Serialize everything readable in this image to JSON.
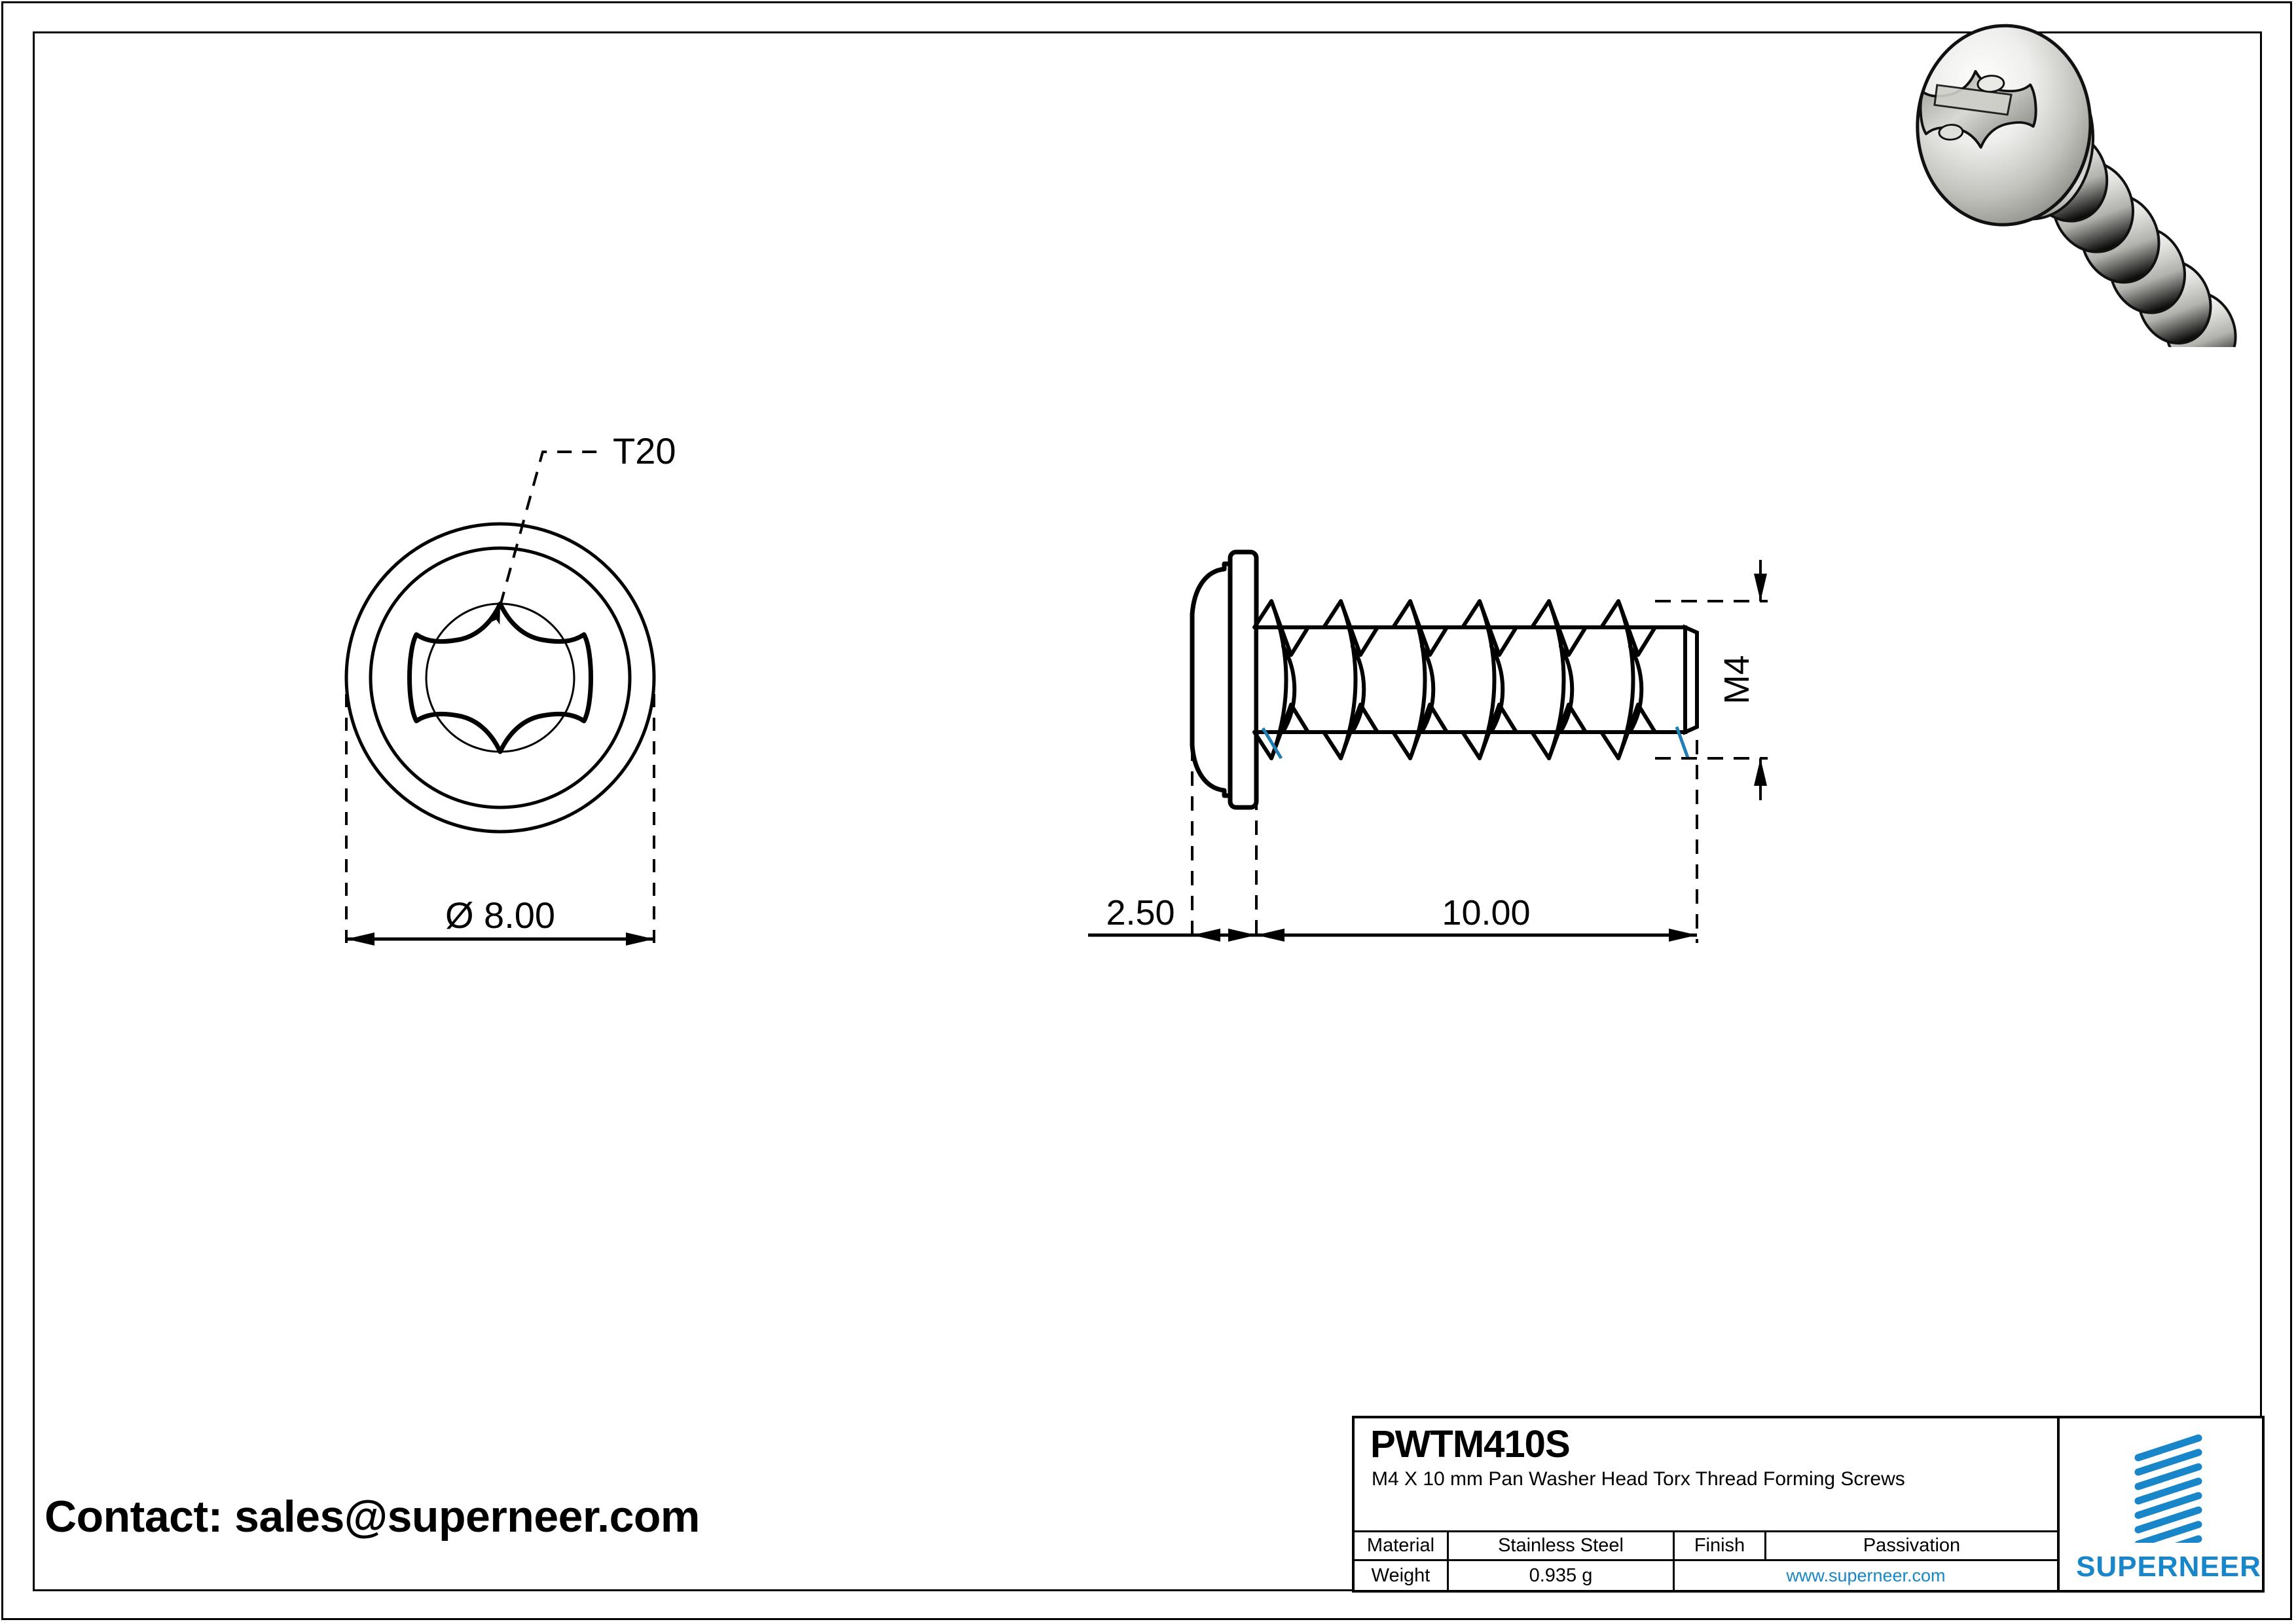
{
  "sheet": {
    "background_color": "#ffffff",
    "line_color": "#000000",
    "brand_color": "#1886c8"
  },
  "contact": {
    "text": "Contact: sales@superneer.com"
  },
  "title_block": {
    "part_number": "PWTM410S",
    "description": "M4 X 10 mm Pan Washer Head Torx Thread Forming Screws",
    "rows": [
      {
        "label": "Material",
        "value": "Stainless Steel",
        "label2": "Finish",
        "value2": "Passivation"
      },
      {
        "label": "Weight",
        "value": "0.935 g",
        "website": "www.superneer.com"
      }
    ],
    "material_label": "Material",
    "material_value": "Stainless Steel",
    "finish_label": "Finish",
    "finish_value": "Passivation",
    "weight_label": "Weight",
    "weight_value": "0.935 g",
    "website": "www.superneer.com",
    "brand_name": "SUPERNEER"
  },
  "views": {
    "top_view": {
      "name": "head-top-view",
      "drive_callout": "T20",
      "diameter_dimension": "Ø 8.00",
      "outer_circle_diameter_mm": 8.0,
      "lobe_count": 6
    },
    "side_view": {
      "name": "screw-side-view",
      "head_height_dimension": "2.50",
      "length_dimension": "10.00",
      "thread_size_dimension": "M4",
      "thread_turns": 6
    }
  },
  "dimensions": {
    "diameter": "Ø 8.00",
    "head_height": "2.50",
    "length": "10.00",
    "thread": "M4",
    "drive": "T20"
  },
  "iso_render": {
    "name": "screw-3d-render",
    "material_shade_light": "#f2f2f0",
    "material_shade_mid": "#c9c9c5",
    "material_shade_dark": "#8e8e8a"
  }
}
